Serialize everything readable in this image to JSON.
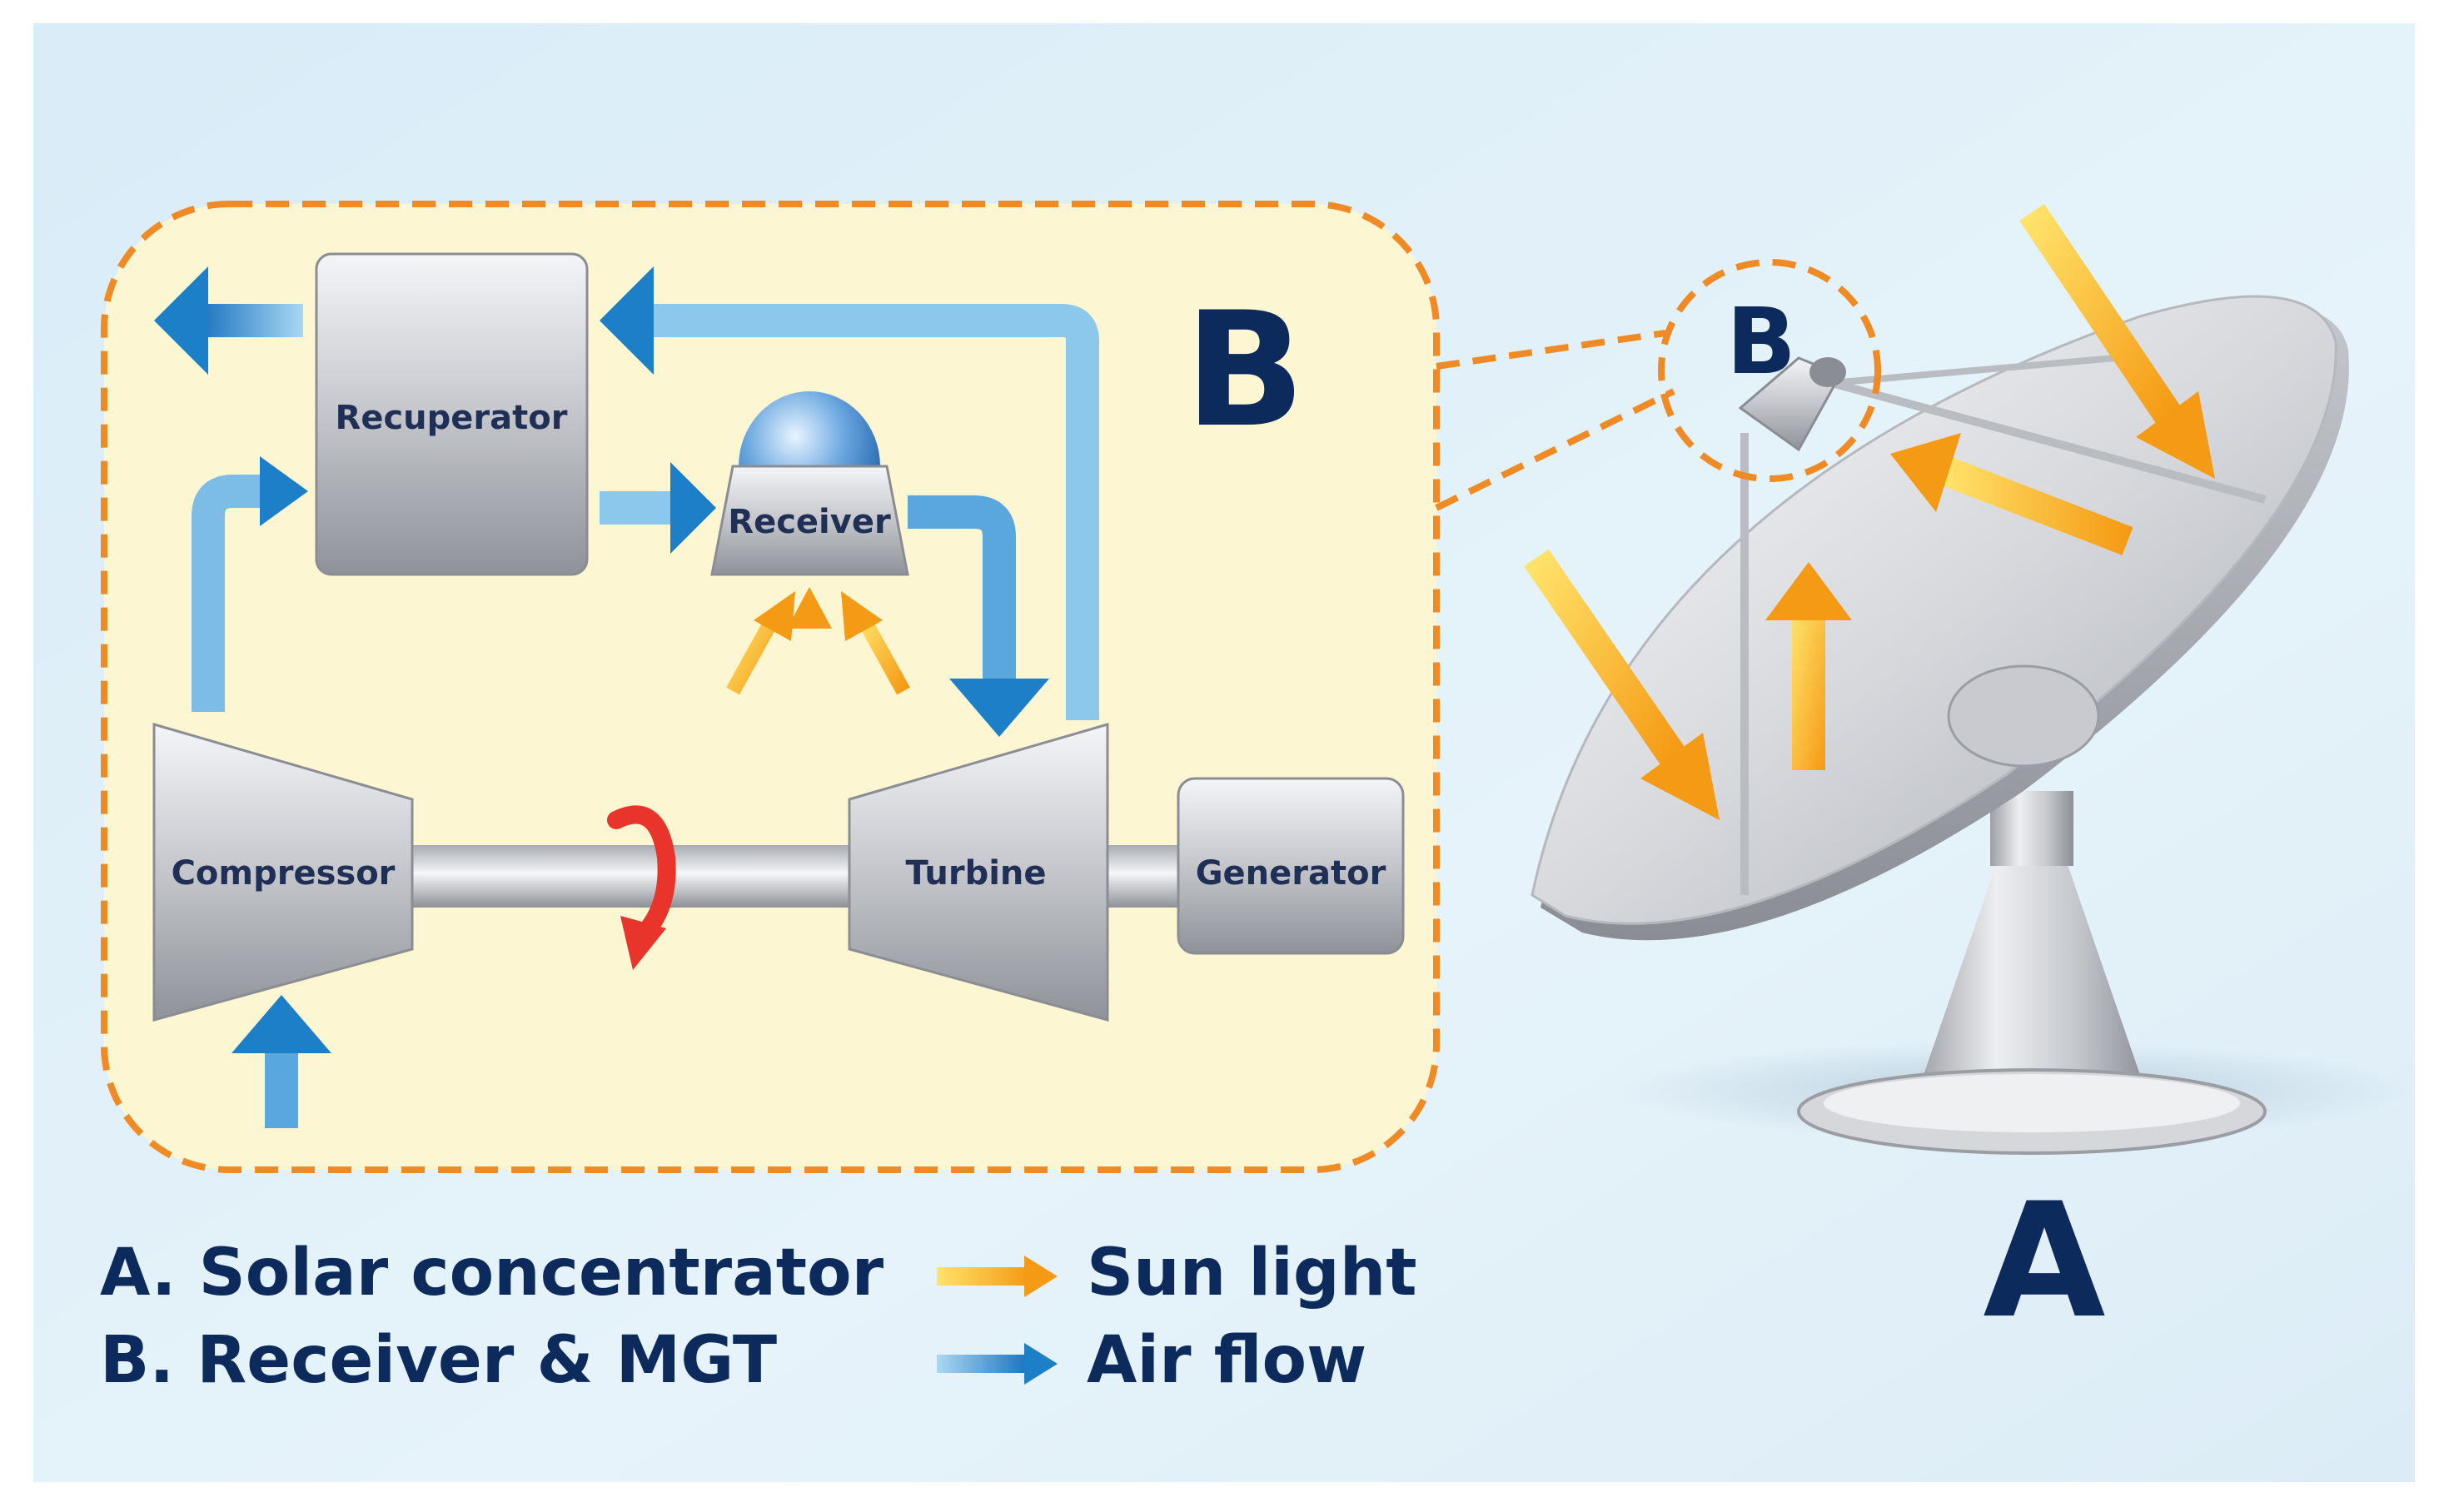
{
  "diagram": {
    "components": {
      "recuperator": "Recuperator",
      "receiver": "Receiver",
      "compressor": "Compressor",
      "turbine": "Turbine",
      "generator": "Generator"
    },
    "labels": {
      "inset": "B",
      "dish_focus": "B",
      "dish": "A"
    },
    "legend": {
      "items": [
        "A. Solar concentrator",
        "B. Receiver & MGT"
      ],
      "arrows": [
        {
          "label": "Sun light",
          "color": "#f6a21a"
        },
        {
          "label": "Air flow",
          "color": "#1d7fc8"
        }
      ]
    },
    "colors": {
      "background": "#e3f1f9",
      "inset_fill": "#fdf6d3",
      "inset_border": "#f08a24",
      "air_flow": "#1d7fc8",
      "sun_light": "#f6a21a",
      "rotation": "#e8342a",
      "text": "#0d2a5c"
    }
  }
}
